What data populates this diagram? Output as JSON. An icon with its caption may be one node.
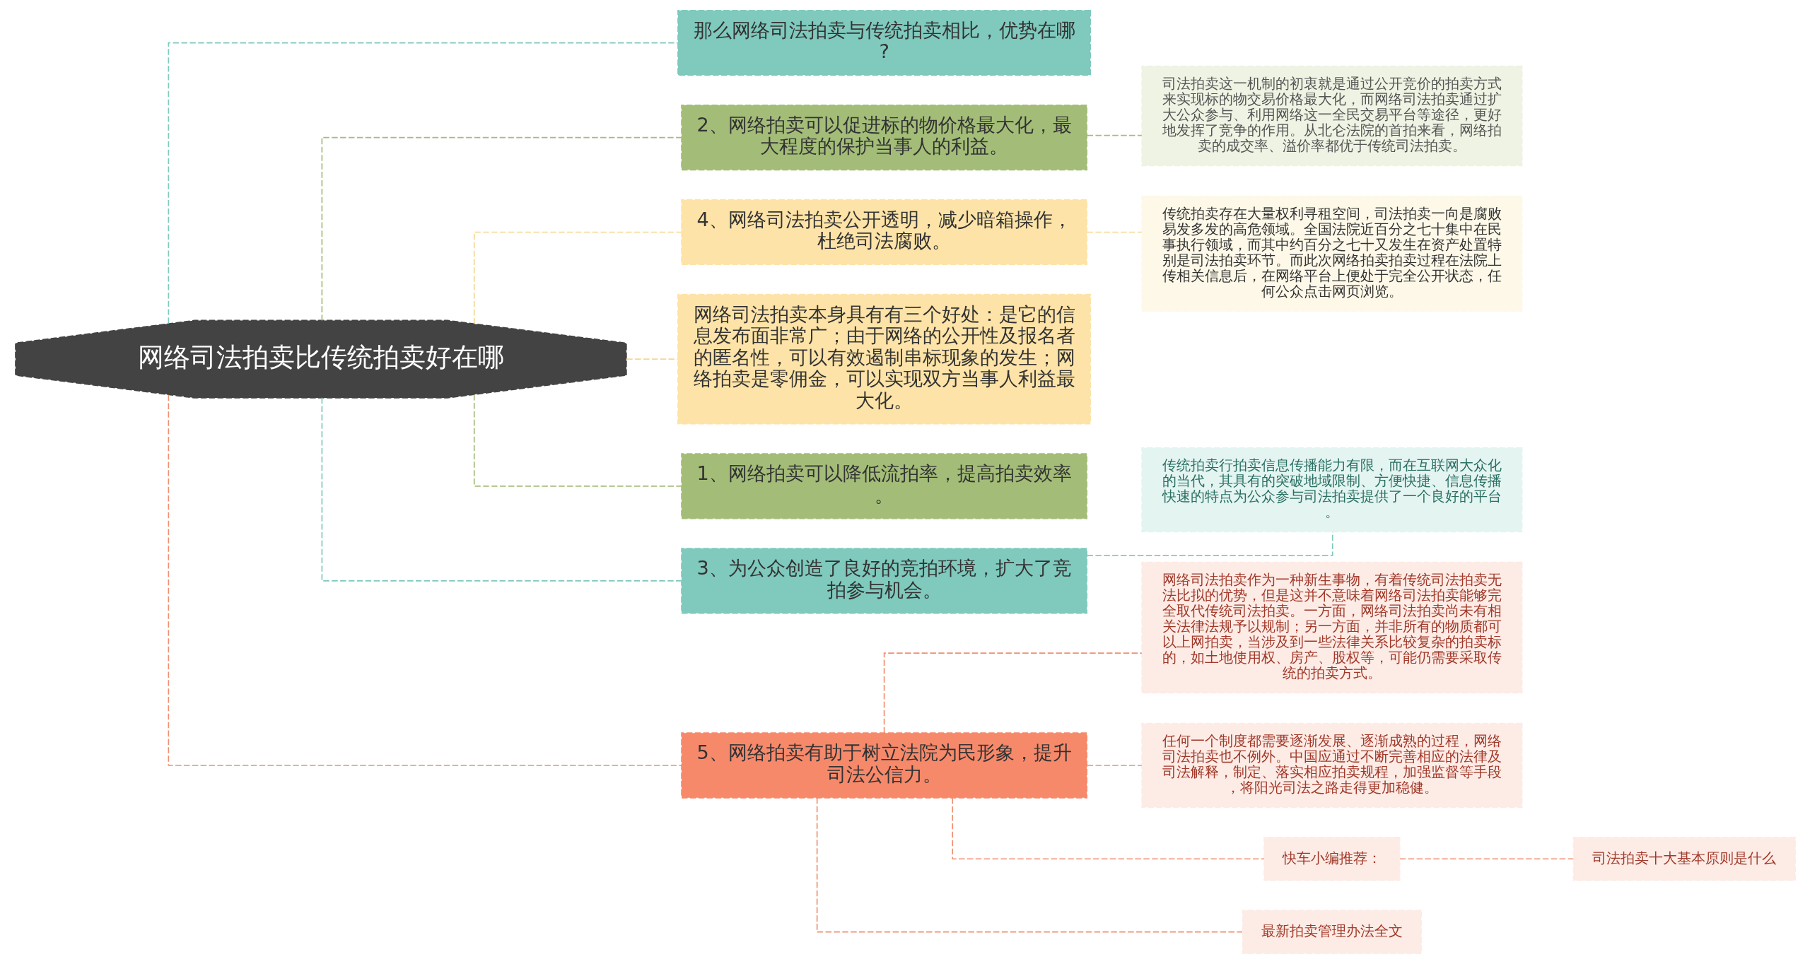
{
  "diagram": {
    "nodes": [
      {
        "text": [
          "网络司法拍卖比传统拍卖好在哪"
        ]
      },
      {
        "text": [
          "那么网络司法拍卖与传统拍卖相比，优势在哪?"
        ]
      },
      {
        "text": [
          "2、网络拍卖可以促进标的物价格最大化，最大程度的保护当事人的利益。"
        ]
      },
      {
        "text": [
          "司法拍卖这一机制的初衷就是通过公开竞价的拍卖方式来实现标的物交易价格最大化，而网络司法拍卖通过扩大公众参与、利用网络这一全民交易平台等途径，更好地发挥了竞争的作用。从北仑法院的首拍来看，网络拍卖的成交率、溢价率都优于传统司法拍卖。"
        ]
      },
      {
        "text": [
          "4、网络司法拍卖公开透明，减少暗箱操作，杜绝司法腐败。"
        ]
      },
      {
        "text": [
          "传统拍卖存在大量权利寻租空间，司法拍卖一向是腐败易发多发的高危领域。全国法院近百分之七十集中在民事执行领域，而其中约百分之七十又发生在资产处置特别是司法拍卖环节。而此次网络拍卖拍卖过程在法院上传相关信息后，在网络平台上便处于完全公开状态，任何公众点击网页浏览。"
        ]
      },
      {
        "text": [
          "网络司法拍卖本身具有有三个好处：是它的信息发布面非常广；由于网络的公开性及报名者的匿名性，可以有效遏制串标现象的发生；网络拍卖是零佣金，可以实现双方当事人利益最大化。"
        ]
      },
      {
        "text": [
          "1、网络拍卖可以降低流拍率，提高拍卖效率。"
        ]
      },
      {
        "text": [
          "3、为公众创造了良好的竞拍环境，扩大了竞拍参与机会。"
        ]
      },
      {
        "text": [
          "传统拍卖行拍卖信息传播能力有限，而在互联网大众化的当代，其具有的突破地域限制、方便快捷、信息传播快速的特点为公众参与司法拍卖提供了一个良好的平台。"
        ]
      },
      {
        "text": [
          "5、网络拍卖有助于树立法院为民形象，提升司法公信力。"
        ]
      },
      {
        "text": [
          "网络司法拍卖作为一种新生事物，有着传统司法拍卖无法比拟的优势，但是这并不意味着网络司法拍卖能够完全取代传统司法拍卖。一方面，网络司法拍卖尚未有相关法律法规予以规制；另一方面，并非所有的物质都可以上网拍卖，当涉及到一些法律关系比较复杂的拍卖标的，如土地使用权、房产、股权等，可能仍需要采取传统的拍卖方式。"
        ]
      },
      {
        "text": [
          "任何一个制度都需要逐渐发展、逐渐成熟的过程，网络司法拍卖也不例外。中国应通过不断完善相应的法律及司法解释，制定、落实相应拍卖规程，加强监督等手段，将阳光司法之路走得更加稳健。"
        ]
      },
      {
        "text": [
          "快车小编推荐："
        ]
      },
      {
        "text": [
          "司法拍卖十大基本原则是什么"
        ]
      },
      {
        "text": [
          "最新拍卖管理办法全文"
        ]
      }
    ],
    "edges": [
      {
        "from": 0,
        "to": 1,
        "arrow": "none",
        "style": "dashed",
        "color": "#7fc9bd"
      },
      {
        "from": 0,
        "to": 2,
        "arrow": "none",
        "style": "dashed",
        "color": "#a3bd78"
      },
      {
        "from": 2,
        "to": 3,
        "arrow": "none",
        "style": "dashed",
        "color": "#a3bd78"
      },
      {
        "from": 0,
        "to": 4,
        "arrow": "none",
        "style": "dashed",
        "color": "#f5d98f"
      },
      {
        "from": 4,
        "to": 5,
        "arrow": "none",
        "style": "dashed",
        "color": "#f5d98f"
      },
      {
        "from": 0,
        "to": 6,
        "arrow": "none",
        "style": "dashed",
        "color": "#f5d98f"
      },
      {
        "from": 0,
        "to": 7,
        "arrow": "none",
        "style": "dashed",
        "color": "#a3bd78"
      },
      {
        "from": 0,
        "to": 8,
        "arrow": "none",
        "style": "dashed",
        "color": "#7fc9bd"
      },
      {
        "from": 8,
        "to": 9,
        "arrow": "none",
        "style": "dashed",
        "color": "#7fc9bd"
      },
      {
        "from": 0,
        "to": 10,
        "arrow": "none",
        "style": "dashed"
      },
      {
        "from": 10,
        "to": 11,
        "arrow": "none",
        "style": "dashed"
      },
      {
        "from": 10,
        "to": 12,
        "arrow": "none",
        "style": "dashed"
      },
      {
        "from": 10,
        "to": 13,
        "arrow": "none",
        "style": "dashed"
      },
      {
        "from": 13,
        "to": 14,
        "arrow": "none",
        "style": "dashed"
      },
      {
        "from": 10,
        "to": 15,
        "arrow": "none",
        "style": "dashed"
      }
    ]
  }
}
